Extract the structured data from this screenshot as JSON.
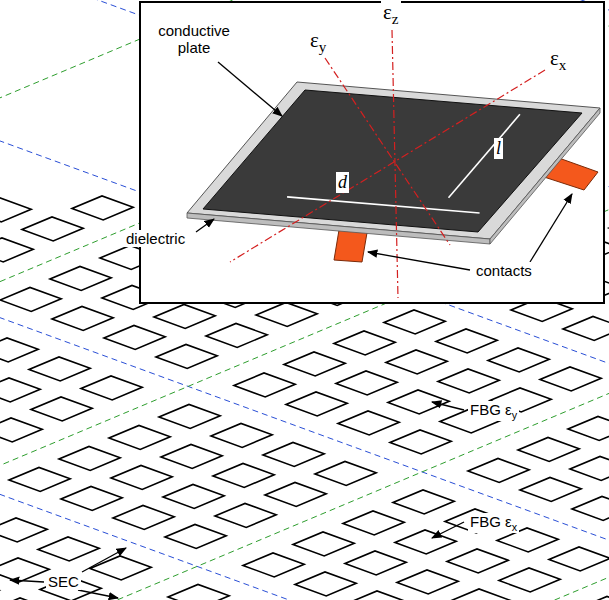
{
  "diagram": {
    "labels": [
      "εz",
      "εy",
      "εx",
      "conductive plate",
      "dielectric",
      "l",
      "d",
      "contacts",
      "SEC",
      "FBG εy",
      "FBG εx"
    ]
  }
}
